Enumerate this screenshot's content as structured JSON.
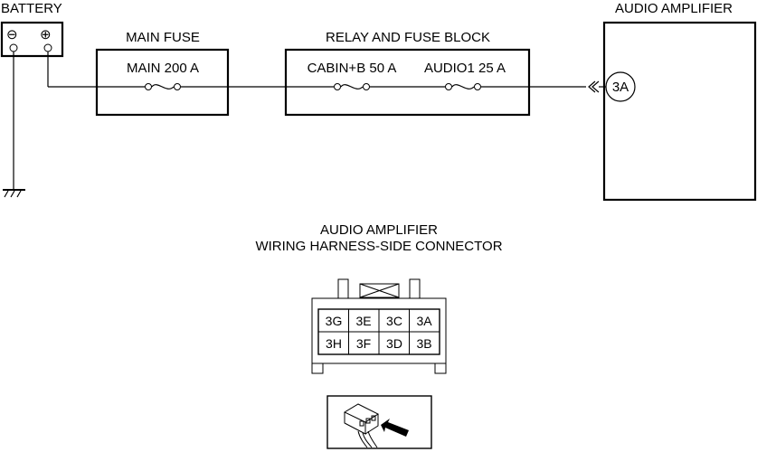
{
  "battery": {
    "label": "BATTERY",
    "neg_symbol": "⊖",
    "pos_symbol": "⊕"
  },
  "main_fuse": {
    "title": "MAIN FUSE",
    "fuse_label": "MAIN 200 A"
  },
  "relay_fuse_block": {
    "title": "RELAY AND FUSE BLOCK",
    "fuses": [
      {
        "label": "CABIN+B 50 A"
      },
      {
        "label": "AUDIO1 25 A"
      }
    ]
  },
  "audio_amplifier": {
    "title": "AUDIO AMPLIFIER",
    "terminal": "3A"
  },
  "connector": {
    "title_line1": "AUDIO AMPLIFIER",
    "title_line2": "WIRING HARNESS-SIDE CONNECTOR",
    "pins_row1": [
      "3G",
      "3E",
      "3C",
      "3A"
    ],
    "pins_row2": [
      "3H",
      "3F",
      "3D",
      "3B"
    ]
  },
  "view_icon": {
    "icon": "harness-side-view-icon"
  }
}
